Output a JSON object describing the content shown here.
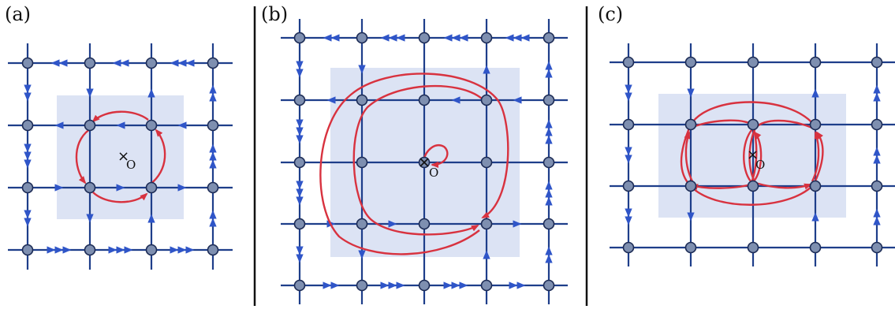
{
  "panels": [
    {
      "label": "(a)",
      "origin_label": "O"
    },
    {
      "label": "(b)",
      "origin_label": "O"
    },
    {
      "label": "(c)",
      "origin_label": "O"
    }
  ],
  "colors": {
    "lattice": "#1e3e8a",
    "arrow": "#2f55c8",
    "node_fill": "#7e8fb0",
    "node_stroke": "#1c2b55",
    "loop": "#d8323f",
    "region": "#dce3f4",
    "divider": "#111111"
  }
}
